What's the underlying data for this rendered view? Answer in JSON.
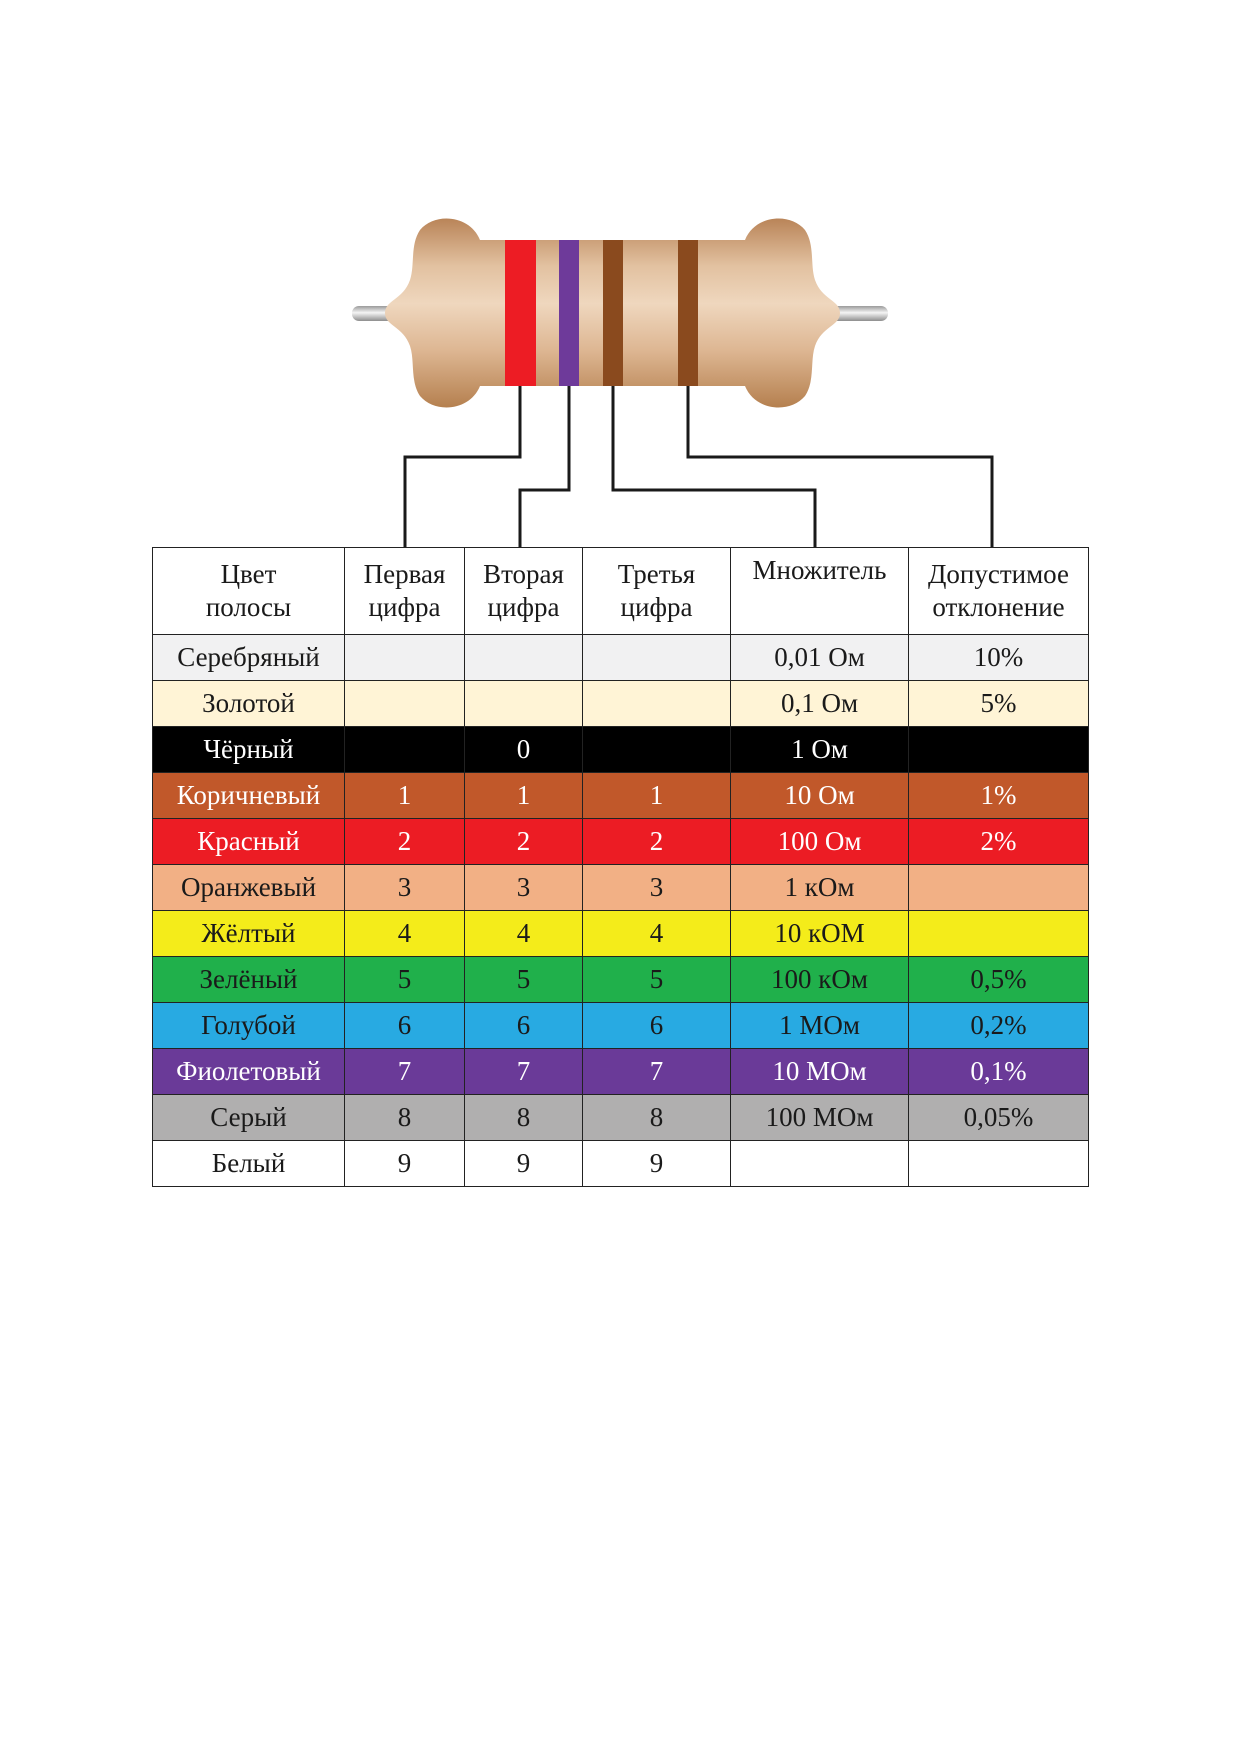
{
  "resistor_bands": [
    {
      "color": "#ED1C24"
    },
    {
      "color": "#6E3A9A"
    },
    {
      "color": "#8A4A1E"
    },
    {
      "color": "#8A4A1E"
    }
  ],
  "table": {
    "headers": [
      [
        "Цвет",
        "полосы"
      ],
      [
        "Первая",
        "цифра"
      ],
      [
        "Вторая",
        "цифра"
      ],
      [
        "Третья",
        "цифра"
      ],
      [
        "Множитель",
        ""
      ],
      [
        "Допустимое",
        "отклонение"
      ]
    ],
    "rows": [
      {
        "name": "Серебряный",
        "d1": "",
        "d2": "",
        "d3": "",
        "mult": "0,01 Ом",
        "tol": "10%",
        "bg": "#F1F1F2",
        "fg": "#1A1A1A"
      },
      {
        "name": "Золотой",
        "d1": "",
        "d2": "",
        "d3": "",
        "mult": "0,1 Ом",
        "tol": "5%",
        "bg": "#FFF4D6",
        "fg": "#1A1A1A"
      },
      {
        "name": "Чёрный",
        "d1": "",
        "d2": "0",
        "d3": "",
        "mult": "1 Ом",
        "tol": "",
        "bg": "#000000",
        "fg": "#FFFFFF"
      },
      {
        "name": "Коричневый",
        "d1": "1",
        "d2": "1",
        "d3": "1",
        "mult": "10 Ом",
        "tol": "1%",
        "bg": "#C1582A",
        "fg": "#FFFFFF"
      },
      {
        "name": "Красный",
        "d1": "2",
        "d2": "2",
        "d3": "2",
        "mult": "100 Ом",
        "tol": "2%",
        "bg": "#EC1C24",
        "fg": "#FFFFFF"
      },
      {
        "name": "Оранжевый",
        "d1": "3",
        "d2": "3",
        "d3": "3",
        "mult": "1 кОм",
        "tol": "",
        "bg": "#F2B085",
        "fg": "#1A1A1A"
      },
      {
        "name": "Жёлтый",
        "d1": "4",
        "d2": "4",
        "d3": "4",
        "mult": "10 кОМ",
        "tol": "",
        "bg": "#F4EC1A",
        "fg": "#1A1A1A"
      },
      {
        "name": "Зелёный",
        "d1": "5",
        "d2": "5",
        "d3": "5",
        "mult": "100 кОм",
        "tol": "0,5%",
        "bg": "#20B04B",
        "fg": "#1A1A1A"
      },
      {
        "name": "Голубой",
        "d1": "6",
        "d2": "6",
        "d3": "6",
        "mult": "1 МОм",
        "tol": "0,2%",
        "bg": "#28AAE2",
        "fg": "#1A1A1A"
      },
      {
        "name": "Фиолетовый",
        "d1": "7",
        "d2": "7",
        "d3": "7",
        "mult": "10 МОм",
        "tol": "0,1%",
        "bg": "#6A3A98",
        "fg": "#FFFFFF"
      },
      {
        "name": "Серый",
        "d1": "8",
        "d2": "8",
        "d3": "8",
        "mult": "100 МОм",
        "tol": "0,05%",
        "bg": "#B0AFAF",
        "fg": "#1A1A1A"
      },
      {
        "name": "Белый",
        "d1": "9",
        "d2": "9",
        "d3": "9",
        "mult": "",
        "tol": "",
        "bg": "#FFFFFF",
        "fg": "#1A1A1A"
      }
    ]
  }
}
